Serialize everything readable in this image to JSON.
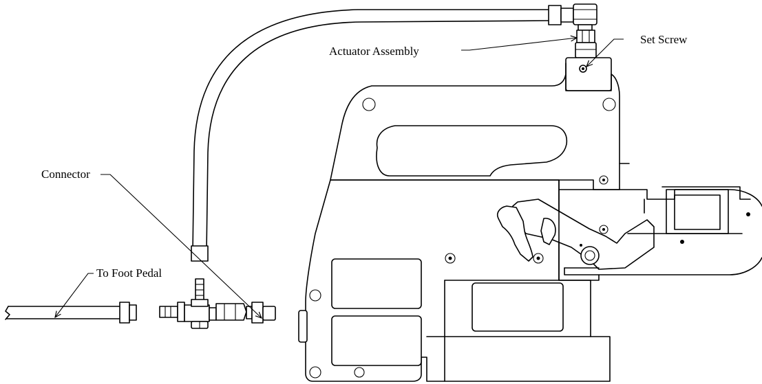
{
  "labels": {
    "actuator": "Actuator Assembly",
    "set_screw": "Set Screw",
    "connector": "Connector",
    "foot_pedal": "To Foot Pedal"
  }
}
